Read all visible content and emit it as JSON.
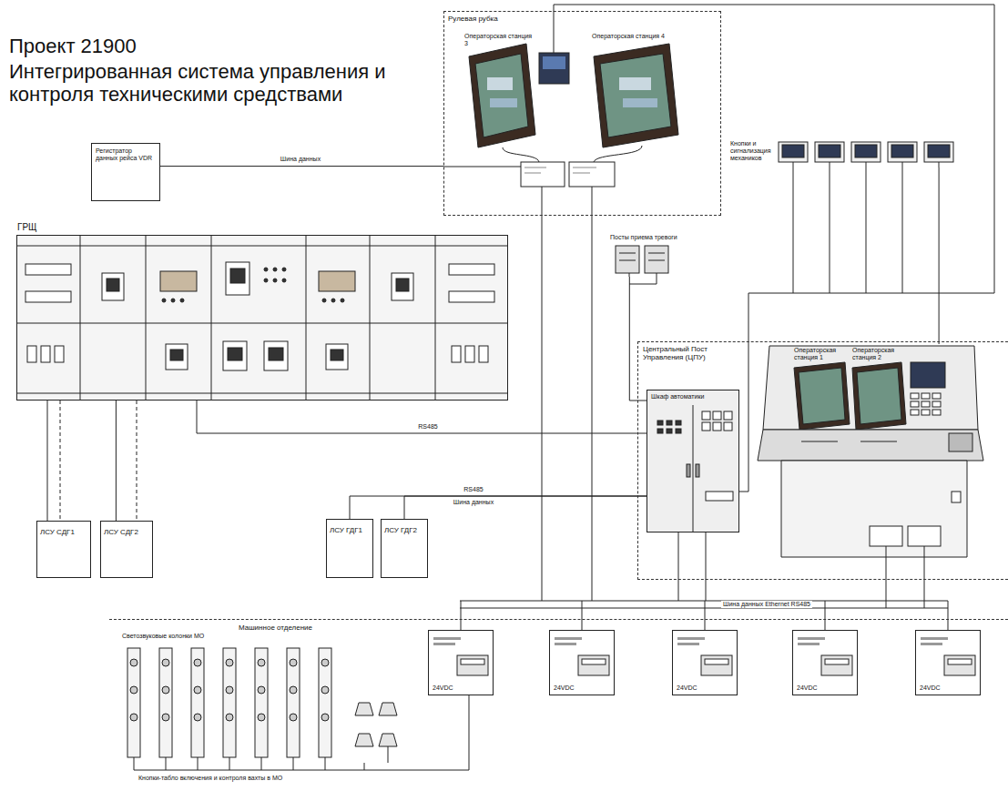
{
  "diagram": {
    "title": "Проект 21900",
    "nodes": [
      {
        "text": [
          "Рулевая рубка"
        ]
      },
      {
        "text": [
          "Операторская станция 3"
        ],
        "in": 0
      },
      {
        "text": [
          "Операторская станция 4"
        ],
        "in": 0
      },
      {
        "text": [
          "Регистратор данных рейса VDR"
        ]
      },
      {
        "text": [
          "ГРЩ"
        ]
      },
      {
        "text": [
          "ЛСУ СДГ1"
        ]
      },
      {
        "text": [
          "ЛСУ СДГ2"
        ]
      },
      {
        "text": [
          "ЛСУ ГДГ1"
        ]
      },
      {
        "text": [
          "ЛСУ ГДГ2"
        ]
      },
      {
        "text": [
          "Посты приема тревоги"
        ]
      },
      {
        "text": [
          "Кнопки и сигнализация механиков"
        ]
      },
      {
        "text": [
          "Центральный Пост Управления (ЦПУ)"
        ]
      },
      {
        "text": [
          "Шкаф автоматики"
        ],
        "in": 11
      },
      {
        "text": [
          "Операторская станция 1",
          "Операторская станция 2"
        ],
        "in": 11
      },
      {
        "text": [
          "Машинное отделение"
        ]
      },
      {
        "text": [
          "24VDC"
        ],
        "in": 14
      },
      {
        "text": [
          "24VDC"
        ],
        "in": 14
      },
      {
        "text": [
          "24VDC"
        ],
        "in": 14
      },
      {
        "text": [
          "24VDC"
        ],
        "in": 14
      },
      {
        "text": [
          "24VDC"
        ],
        "in": 14
      },
      {
        "text": [
          "Светозвуковые колонки МО"
        ],
        "in": 14
      }
    ],
    "edges": [
      {
        "from": 3,
        "to": 0,
        "arrow": "none",
        "label": "Шина данных"
      },
      {
        "from": 5,
        "to": 4,
        "arrow": "none"
      },
      {
        "from": 6,
        "to": 4,
        "arrow": "none"
      },
      {
        "from": 4,
        "to": 12,
        "arrow": "none",
        "label": "RS485"
      },
      {
        "from": 7,
        "to": 12,
        "arrow": "none"
      },
      {
        "from": 8,
        "to": 12,
        "arrow": "none"
      },
      {
        "from": 9,
        "to": 12,
        "arrow": "none"
      },
      {
        "from": 10,
        "to": 12,
        "arrow": "none"
      },
      {
        "from": 10,
        "to": 13,
        "arrow": "none"
      },
      {
        "from": 20,
        "to": 15,
        "arrow": "none"
      }
    ],
    "labels": [
      "Интегрированная система управления и контроля техническими средствами",
      "RS485",
      "Шина данных",
      "Шина данных Ethernet RS485",
      "Кнопки-табло включения и контроля вахты в МО"
    ]
  }
}
